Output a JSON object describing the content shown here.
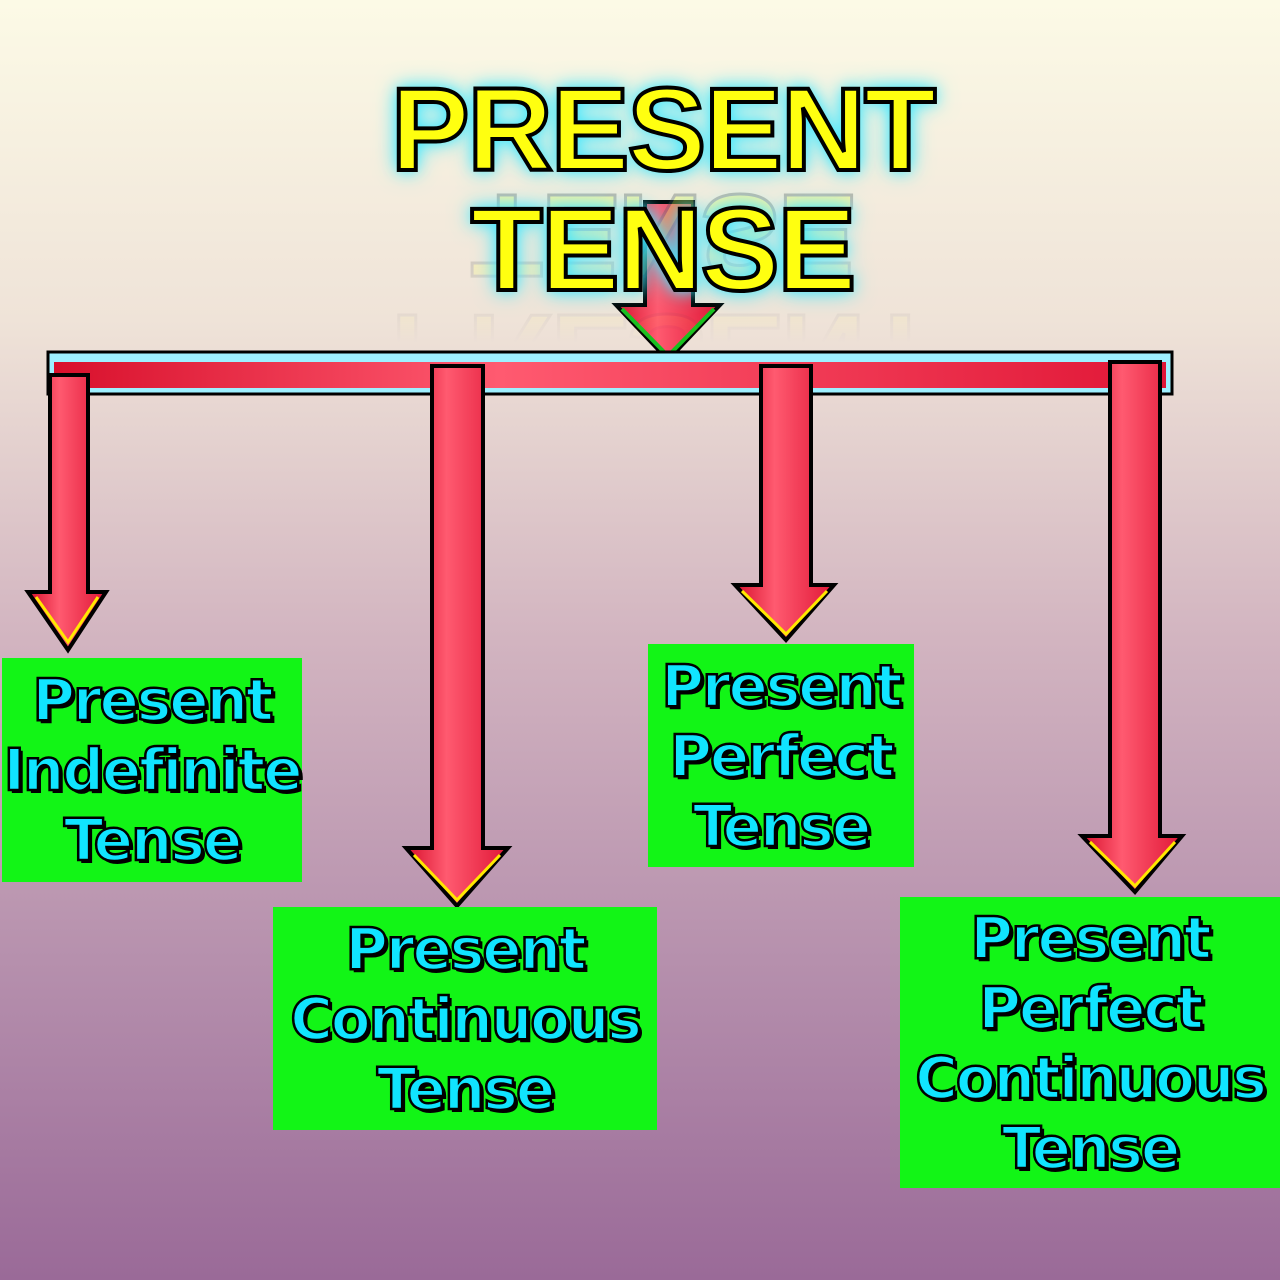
{
  "title": "PRESENT TENSE",
  "colors": {
    "title_fill": "#ffff10",
    "title_glow": "#40e8ff",
    "arrow": "#ff2a4a",
    "box": "#12f516",
    "box_text": "#10e4ff"
  },
  "branches": [
    {
      "lines": [
        "Present",
        "Indefinite",
        "Tense"
      ]
    },
    {
      "lines": [
        "Present",
        "Continuous",
        "Tense"
      ]
    },
    {
      "lines": [
        "Present",
        "Perfect",
        "Tense"
      ]
    },
    {
      "lines": [
        "Present",
        "Perfect",
        "Continuous",
        "Tense"
      ]
    }
  ]
}
